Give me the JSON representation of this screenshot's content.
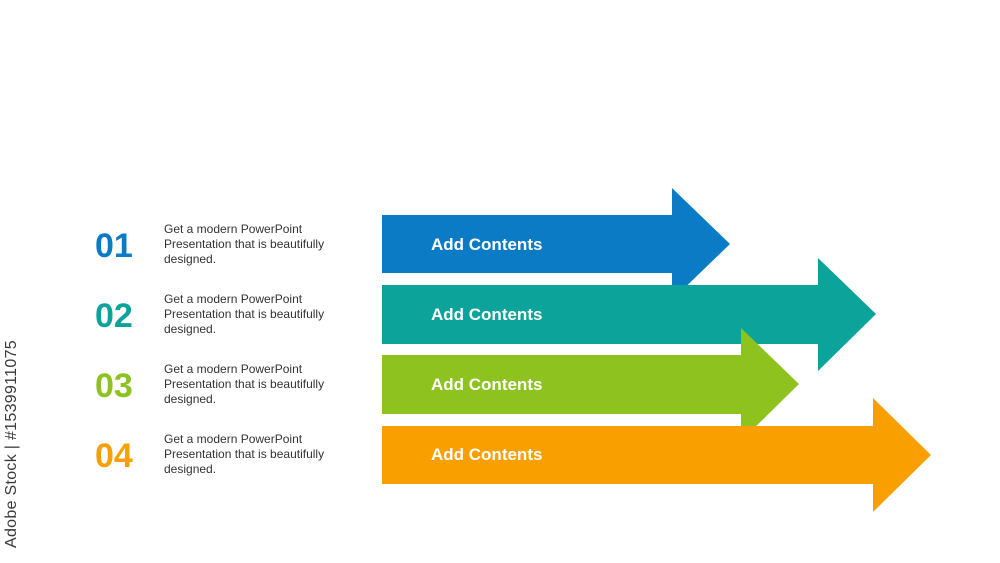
{
  "steps": [
    {
      "number": "01",
      "description": "Get a modern PowerPoint Presentation that is beautifully designed.",
      "arrow_label": "Add Contents",
      "color": "#0a7bc4"
    },
    {
      "number": "02",
      "description": "Get a modern PowerPoint Presentation that is beautifully designed.",
      "arrow_label": "Add Contents",
      "color": "#0ba39a"
    },
    {
      "number": "03",
      "description": "Get a modern PowerPoint Presentation that is beautifully designed.",
      "arrow_label": "Add Contents",
      "color": "#8dc21f"
    },
    {
      "number": "04",
      "description": "Get a modern PowerPoint Presentation that is beautifully designed.",
      "arrow_label": "Add Contents",
      "color": "#f9a000"
    }
  ],
  "watermark": {
    "side_text": "Adobe Stock | #1539911075"
  }
}
